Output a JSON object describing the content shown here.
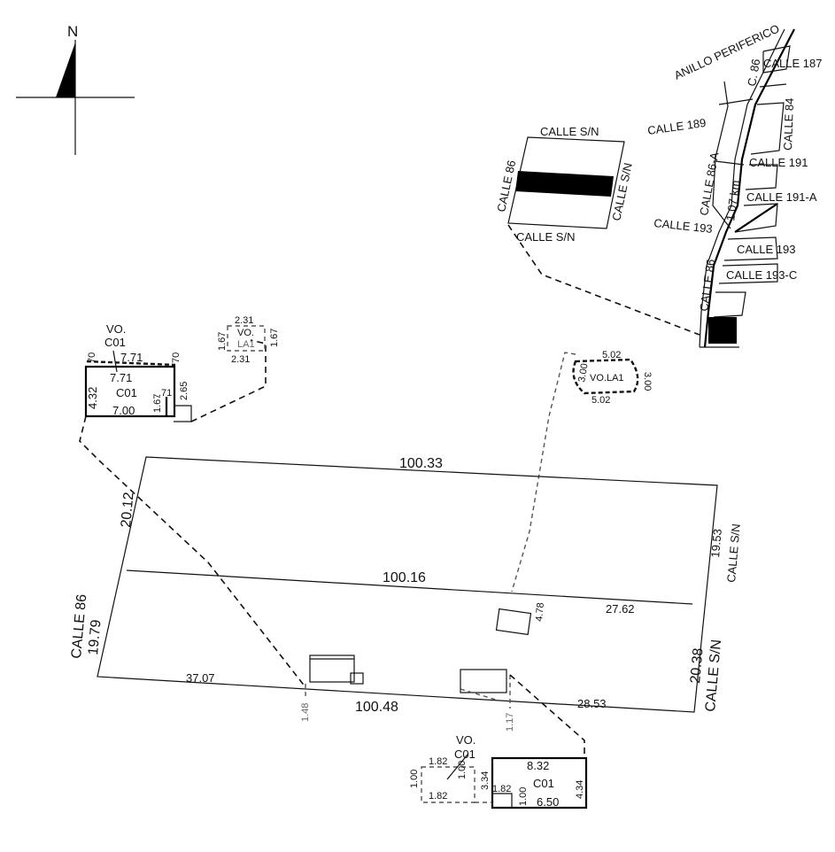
{
  "compass": {
    "north": "N"
  },
  "location_map": {
    "streets": {
      "anillo": "ANILLO PERIFERICO",
      "c86": "C. 86",
      "calle187": "CALLE 187",
      "calle84": "CALLE 84",
      "calle189": "CALLE 189",
      "calle86a": "CALLE 86-A",
      "calle191": "CALLE 191",
      "calle191a": "CALLE 191-A",
      "distance": "1.07 km",
      "calle193_left": "CALLE 193",
      "calle193_right": "CALLE 193",
      "calle193c": "CALLE 193-C",
      "calle86": "CALLE 86"
    }
  },
  "block_detail": {
    "top": "CALLE S/N",
    "right": "CALLE S/N",
    "bottom": "CALLE S/N",
    "left": "CALLE 86"
  },
  "detail_left": {
    "vo": "VO.",
    "co1_top": "C01",
    "d70a": "70",
    "d70b": "70",
    "d771a": "7.71",
    "d771b": "7.71",
    "co1": "C01",
    "d432": "4.32",
    "d71": ".71",
    "d167": "1.67",
    "d265": "2.65",
    "d700": "7.00"
  },
  "detail_la1_small": {
    "d231a": "2.31",
    "vo": "VO.",
    "la1": "LA1",
    "d167a": "1.67",
    "d167b": "1.67",
    "d231b": "2.31"
  },
  "detail_la1_right": {
    "d502a": "5.02",
    "d300a": "3.00",
    "label": "VO.LA1",
    "d300b": "3.00",
    "d502b": "5.02"
  },
  "parcel": {
    "d10033": "100.33",
    "d2012": "20.12",
    "d1953": "19.53",
    "calle_sn_upper": "CALLE S/N",
    "d10016": "100.16",
    "d478": "4.78",
    "d2762": "27.62",
    "calle86": "CALLE 86",
    "d1979": "19.79",
    "d2038": "20.38",
    "calle_sn_lower": "CALLE S/N",
    "d3707": "37.07",
    "d148": "1.48",
    "d10048": "100.48",
    "d117": "1.17",
    "d2853": "28.53"
  },
  "detail_bottom": {
    "vo": "VO.",
    "co1_top": "C01",
    "d182a": "1.82",
    "d100a": "1.00",
    "d100b": "1.00",
    "d334": "3.34",
    "d182b": "1.82",
    "d182c": "1.82",
    "d100c": "1.00",
    "d832": "8.32",
    "co1": "C01",
    "d434": "4.34",
    "d650": "6.50"
  }
}
